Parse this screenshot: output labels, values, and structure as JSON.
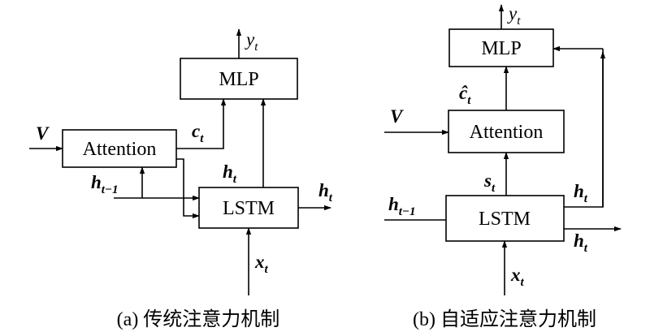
{
  "diagram_a": {
    "caption": "(a) 传统注意力机制",
    "blocks": {
      "mlp": "MLP",
      "attention": "Attention",
      "lstm": "LSTM"
    },
    "labels": {
      "y": "y",
      "y_sub": "t",
      "V": "V",
      "c": "c",
      "c_sub": "t",
      "h_prev": "h",
      "h_prev_sub": "t−1",
      "h_mid": "h",
      "h_mid_sub": "t",
      "h_out": "h",
      "h_out_sub": "t",
      "x": "x",
      "x_sub": "t"
    }
  },
  "diagram_b": {
    "caption": "(b) 自适应注意力机制",
    "blocks": {
      "mlp": "MLP",
      "attention": "Attention",
      "lstm": "LSTM"
    },
    "labels": {
      "y": "y",
      "y_sub": "t",
      "V": "V",
      "chat": "ĉ",
      "chat_sub": "t",
      "s": "s",
      "s_sub": "t",
      "h_prev": "h",
      "h_prev_sub": "t−1",
      "h_up": "h",
      "h_up_sub": "t",
      "h_out": "h",
      "h_out_sub": "t",
      "x": "x",
      "x_sub": "t"
    }
  }
}
